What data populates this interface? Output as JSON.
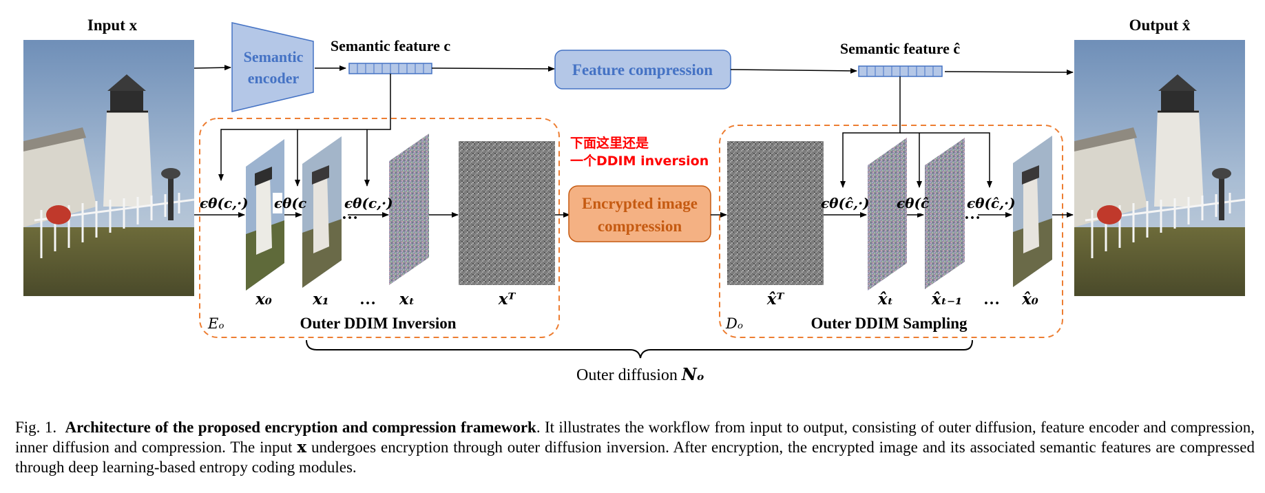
{
  "figure": {
    "input_label": "Input x",
    "output_label": "Output x̂",
    "semantic_encoder_line1": "Semantic",
    "semantic_encoder_line2": "encoder",
    "semantic_feature_c": "Semantic feature c",
    "semantic_feature_c_hat": "Semantic feature ĉ",
    "feature_compression": "Feature compression",
    "encrypted_compression_line1": "Encrypted image",
    "encrypted_compression_line2": "compression",
    "red_note_line1": "下面这里还是",
    "red_note_line2": "一个DDIM inversion",
    "eps_c": "ϵθ(c,·)",
    "eps_c_cut": "ϵθ(c",
    "eps_chat": "ϵθ(ĉ,·)",
    "eps_chat_cut": "ϵθ(ĉ",
    "dots": "…",
    "x0": "x₀",
    "x1": "x₁",
    "xt": "xₜ",
    "xT": "xᵀ",
    "xhat_T": "x̂ᵀ",
    "xhat_t": "x̂ₜ",
    "xhat_t1": "x̂ₜ₋₁",
    "xhat_0": "x̂₀",
    "E_o": "Eₒ",
    "D_o": "Dₒ",
    "outer_inversion": "Outer DDIM Inversion",
    "outer_sampling": "Outer DDIM Sampling",
    "outer_diffusion_text": "Outer diffusion ",
    "outer_diffusion_sym": "Nₒ",
    "colors": {
      "encoder_fill": "#b4c7e7",
      "encoder_stroke": "#4472c4",
      "encoder_text": "#4472c4",
      "compress_fill": "#f4b183",
      "compress_stroke": "#c55a11",
      "compress_text": "#c55a11",
      "dashed_orange": "#ed7d31",
      "red_note": "#ff0000"
    }
  },
  "caption": {
    "label": "Fig. 1.",
    "title": "Architecture of the proposed encryption and compression framework",
    "body_1": ". It illustrates the workflow from input to output, consisting of outer diffusion, feature encoder and compression, inner diffusion and compression. The input ",
    "body_x": "x",
    "body_2": " undergoes encryption through outer diffusion inversion. After encryption, the encrypted image and its associated semantic features are compressed through deep learning-based entropy coding modules."
  }
}
